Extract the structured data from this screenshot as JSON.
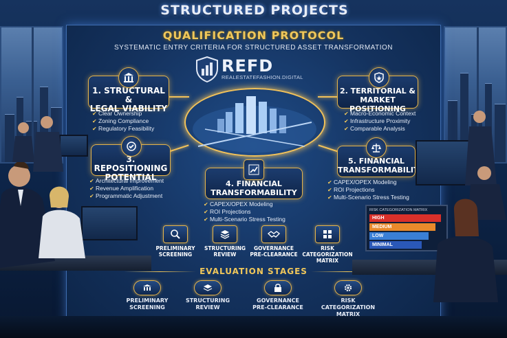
{
  "header": {
    "title": "STRUCTURED PROJECTS"
  },
  "protocol": {
    "title": "QUALIFICATION PROTOCOL",
    "subtitle": "SYSTEMATIC ENTRY CRITERIA FOR STRUCTURED ASSET TRANSFORMATION"
  },
  "logo": {
    "name": "REFD",
    "url_text": "REALESTATEFASHION.DIGITAL"
  },
  "cards": [
    {
      "title_line1": "1. STRUCTURAL &",
      "title_line2": "LEGAL VIABILITY",
      "icon": "building-columns-icon",
      "bullets": [
        "Clear Ownership",
        "Zoning Compliance",
        "Regulatory Feasibility"
      ]
    },
    {
      "title_line1": "2. TERRITORIAL &",
      "title_line2": "MARKET POSITIONING",
      "icon": "shield-star-icon",
      "bullets": [
        "Macro-Economic Context",
        "Infrastructure Proximity",
        "Comparable Analysis"
      ]
    },
    {
      "title_line1": "3. REPOSITIONING",
      "title_line2": "POTENTIAL",
      "icon": "check-badge-icon",
      "bullets": [
        "Architectural Improvement",
        "Revenue Amplification",
        "Programmatic Adjustment"
      ]
    },
    {
      "title_line1": "4. FINANCIAL",
      "title_line2": "TRANSFORMABILITY",
      "icon": "chart-up-icon",
      "bullets": [
        "CAPEX/OPEX Modeling",
        "ROI Projections",
        "Multi-Scenario Stress Testing"
      ]
    },
    {
      "title_line1": "5. FINANCIAL",
      "title_line2": "TRANSFORMABILITY",
      "icon": "scales-icon",
      "bullets": [
        "CAPEX/OPEX Modeling",
        "ROI Projections",
        "Multi-Scenario Stress Testing"
      ]
    }
  ],
  "stages_upper": [
    {
      "line1": "PRELIMINARY",
      "line2": "SCREENING",
      "icon": "magnifier-icon"
    },
    {
      "line1": "STRUCTURING",
      "line2": "REVIEW",
      "icon": "layers-icon"
    },
    {
      "line1": "GOVERNANCE",
      "line2": "PRE-CLEARANCE",
      "icon": "handshake-icon"
    },
    {
      "line1": "RISK",
      "line2": "CATEGORIZATION",
      "line3": "MATRIX",
      "icon": "grid-icon"
    }
  ],
  "evaluation": {
    "title": "EVALUATION STAGES"
  },
  "stages_lower": [
    {
      "line1": "PRELIMINARY",
      "line2": "SCREENING",
      "icon": "building-icon"
    },
    {
      "line1": "STRUCTURING",
      "line2": "REVIEW",
      "icon": "layers-icon"
    },
    {
      "line1": "GOVERNANCE",
      "line2": "PRE-CLEARANCE",
      "icon": "lock-icon"
    },
    {
      "line1": "RISK CATEGORIZATION",
      "line2": "MATRIX",
      "icon": "gear-icon"
    }
  ],
  "risk_matrix": {
    "title": "RISK CATEGORIZATION MATRIX",
    "levels": [
      {
        "label": "HIGH",
        "color": "#d9302a"
      },
      {
        "label": "MEDIUM",
        "color": "#e98a2b"
      },
      {
        "label": "LOW",
        "color": "#3a7fd6"
      },
      {
        "label": "MINIMAL",
        "color": "#2a58b8"
      }
    ]
  },
  "colors": {
    "accent_gold": "#f0c75a",
    "panel_blue": "#14325e"
  }
}
